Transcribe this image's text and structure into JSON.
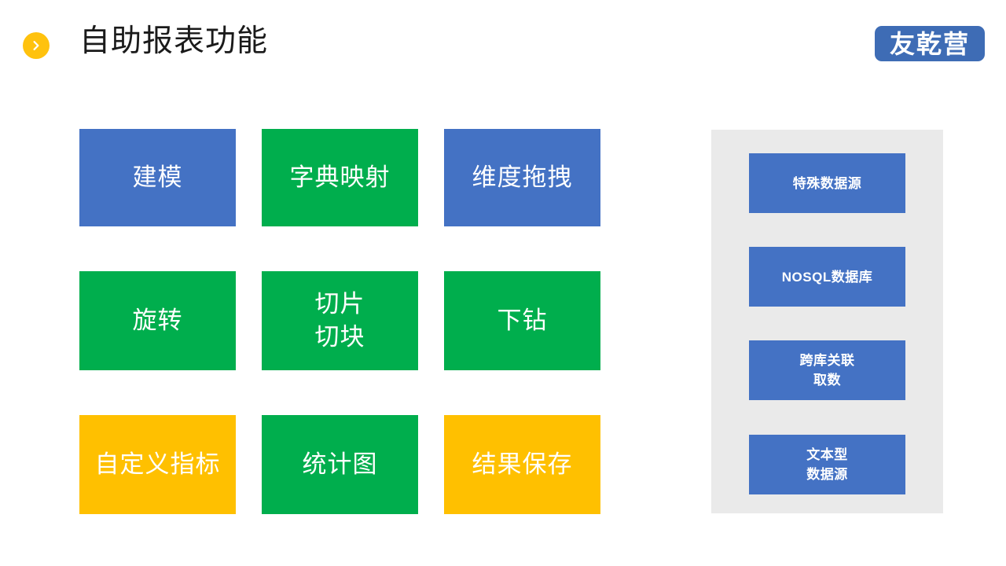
{
  "header": {
    "bullet_icon": "chevron-right-icon",
    "title": "自助报表功能",
    "logo_text": "友乾营"
  },
  "colors": {
    "blue": "#4472C4",
    "green": "#00AE4D",
    "yellow": "#FFC000",
    "panel_grey": "#EAEAEA",
    "bullet_amber": "#FFC20E",
    "logo_blue": "#3E6CB5",
    "background": "#FFFFFF"
  },
  "features": [
    {
      "label": "建模",
      "color": "blue"
    },
    {
      "label": "字典映射",
      "color": "green"
    },
    {
      "label": "维度拖拽",
      "color": "blue"
    },
    {
      "label": "旋转",
      "color": "green"
    },
    {
      "label": "切片\n切块",
      "color": "green"
    },
    {
      "label": "下钻",
      "color": "green"
    },
    {
      "label": "自定义指标",
      "color": "yellow"
    },
    {
      "label": "统计图",
      "color": "green"
    },
    {
      "label": "结果保存",
      "color": "yellow"
    }
  ],
  "data_sources": [
    {
      "label": "特殊数据源"
    },
    {
      "label": "NOSQL数据库"
    },
    {
      "label": "跨库关联\n取数"
    },
    {
      "label": "文本型\n数据源"
    }
  ]
}
